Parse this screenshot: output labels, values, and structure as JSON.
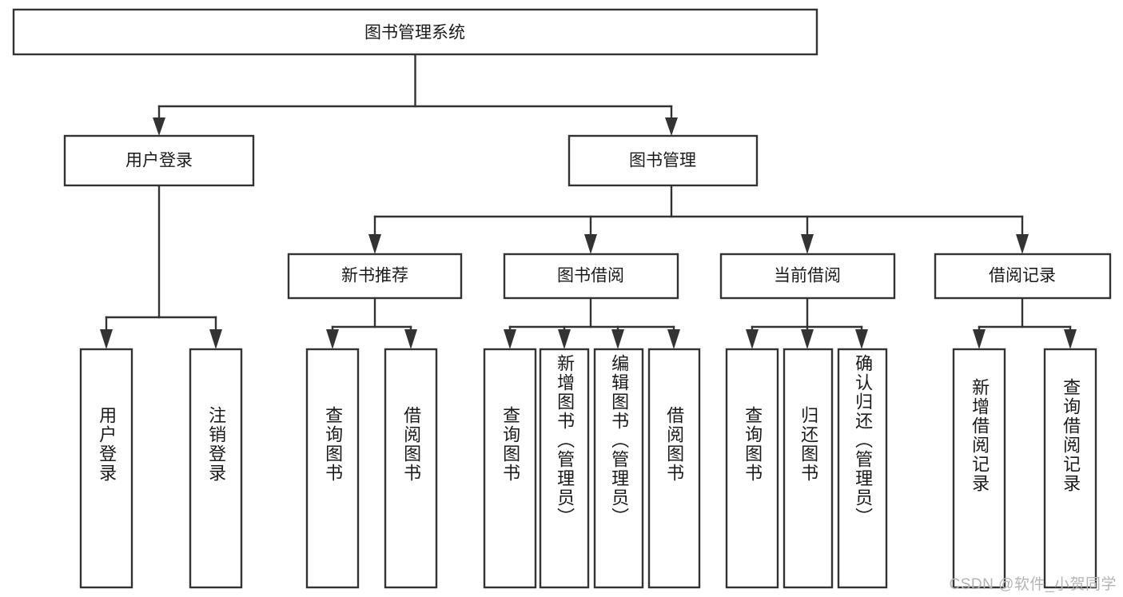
{
  "diagram": {
    "type": "tree-hierarchy",
    "title": "图书管理系统",
    "watermark": "CSDN @软件_小贺同学",
    "colors": {
      "box_stroke": "#333333",
      "box_fill": "#ffffff",
      "text": "#1a1a1a",
      "background": "#ffffff",
      "watermark": "#b4b4b4"
    },
    "levels": {
      "root": {
        "label": "图书管理系统"
      },
      "level2": [
        {
          "label": "用户登录"
        },
        {
          "label": "图书管理"
        }
      ],
      "level3": [
        {
          "label": "新书推荐"
        },
        {
          "label": "图书借阅"
        },
        {
          "label": "当前借阅"
        },
        {
          "label": "借阅记录"
        }
      ],
      "leaves": [
        {
          "label": "用户登录",
          "parent": "用户登录"
        },
        {
          "label": "注销登录",
          "parent": "用户登录"
        },
        {
          "label": "查询图书",
          "parent": "新书推荐"
        },
        {
          "label": "借阅图书",
          "parent": "新书推荐"
        },
        {
          "label": "查询图书",
          "parent": "图书借阅"
        },
        {
          "label": "新增图书（管理员）",
          "parent": "图书借阅"
        },
        {
          "label": "编辑图书（管理员）",
          "parent": "图书借阅"
        },
        {
          "label": "借阅图书",
          "parent": "图书借阅"
        },
        {
          "label": "查询图书",
          "parent": "当前借阅"
        },
        {
          "label": "归还图书",
          "parent": "当前借阅"
        },
        {
          "label": "确认归还（管理员）",
          "parent": "当前借阅"
        },
        {
          "label": "新增借阅记录",
          "parent": "借阅记录"
        },
        {
          "label": "查询借阅记录",
          "parent": "借阅记录"
        }
      ]
    }
  }
}
